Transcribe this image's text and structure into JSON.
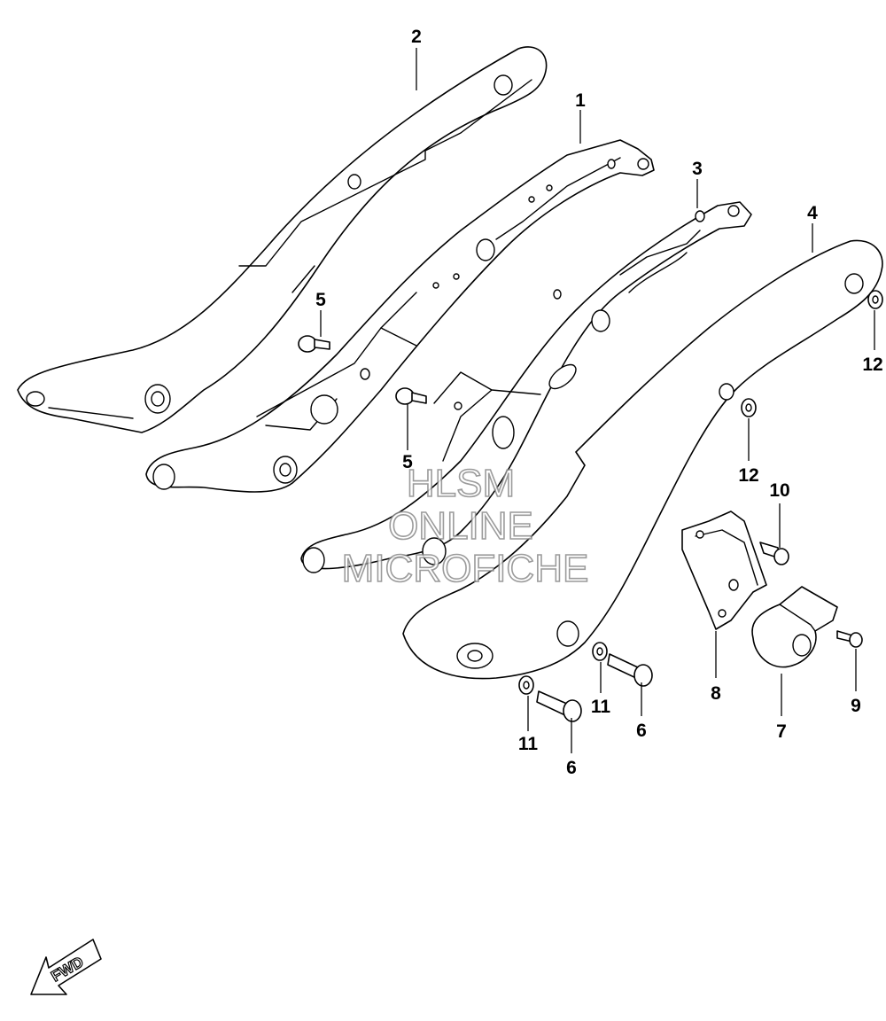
{
  "callouts": [
    {
      "id": "c1",
      "label": "1"
    },
    {
      "id": "c2",
      "label": "2"
    },
    {
      "id": "c3",
      "label": "3"
    },
    {
      "id": "c4",
      "label": "4"
    },
    {
      "id": "c5a",
      "label": "5"
    },
    {
      "id": "c5b",
      "label": "5"
    },
    {
      "id": "c6a",
      "label": "6"
    },
    {
      "id": "c6b",
      "label": "6"
    },
    {
      "id": "c7",
      "label": "7"
    },
    {
      "id": "c8",
      "label": "8"
    },
    {
      "id": "c9",
      "label": "9"
    },
    {
      "id": "c10",
      "label": "10"
    },
    {
      "id": "c11a",
      "label": "11"
    },
    {
      "id": "c11b",
      "label": "11"
    },
    {
      "id": "c12a",
      "label": "12"
    },
    {
      "id": "c12b",
      "label": "12"
    }
  ],
  "watermark": {
    "line1": "HLSM",
    "line2": "ONLINE",
    "line3": "MICROFICHE"
  },
  "direction_badge": {
    "label": "FWD"
  }
}
